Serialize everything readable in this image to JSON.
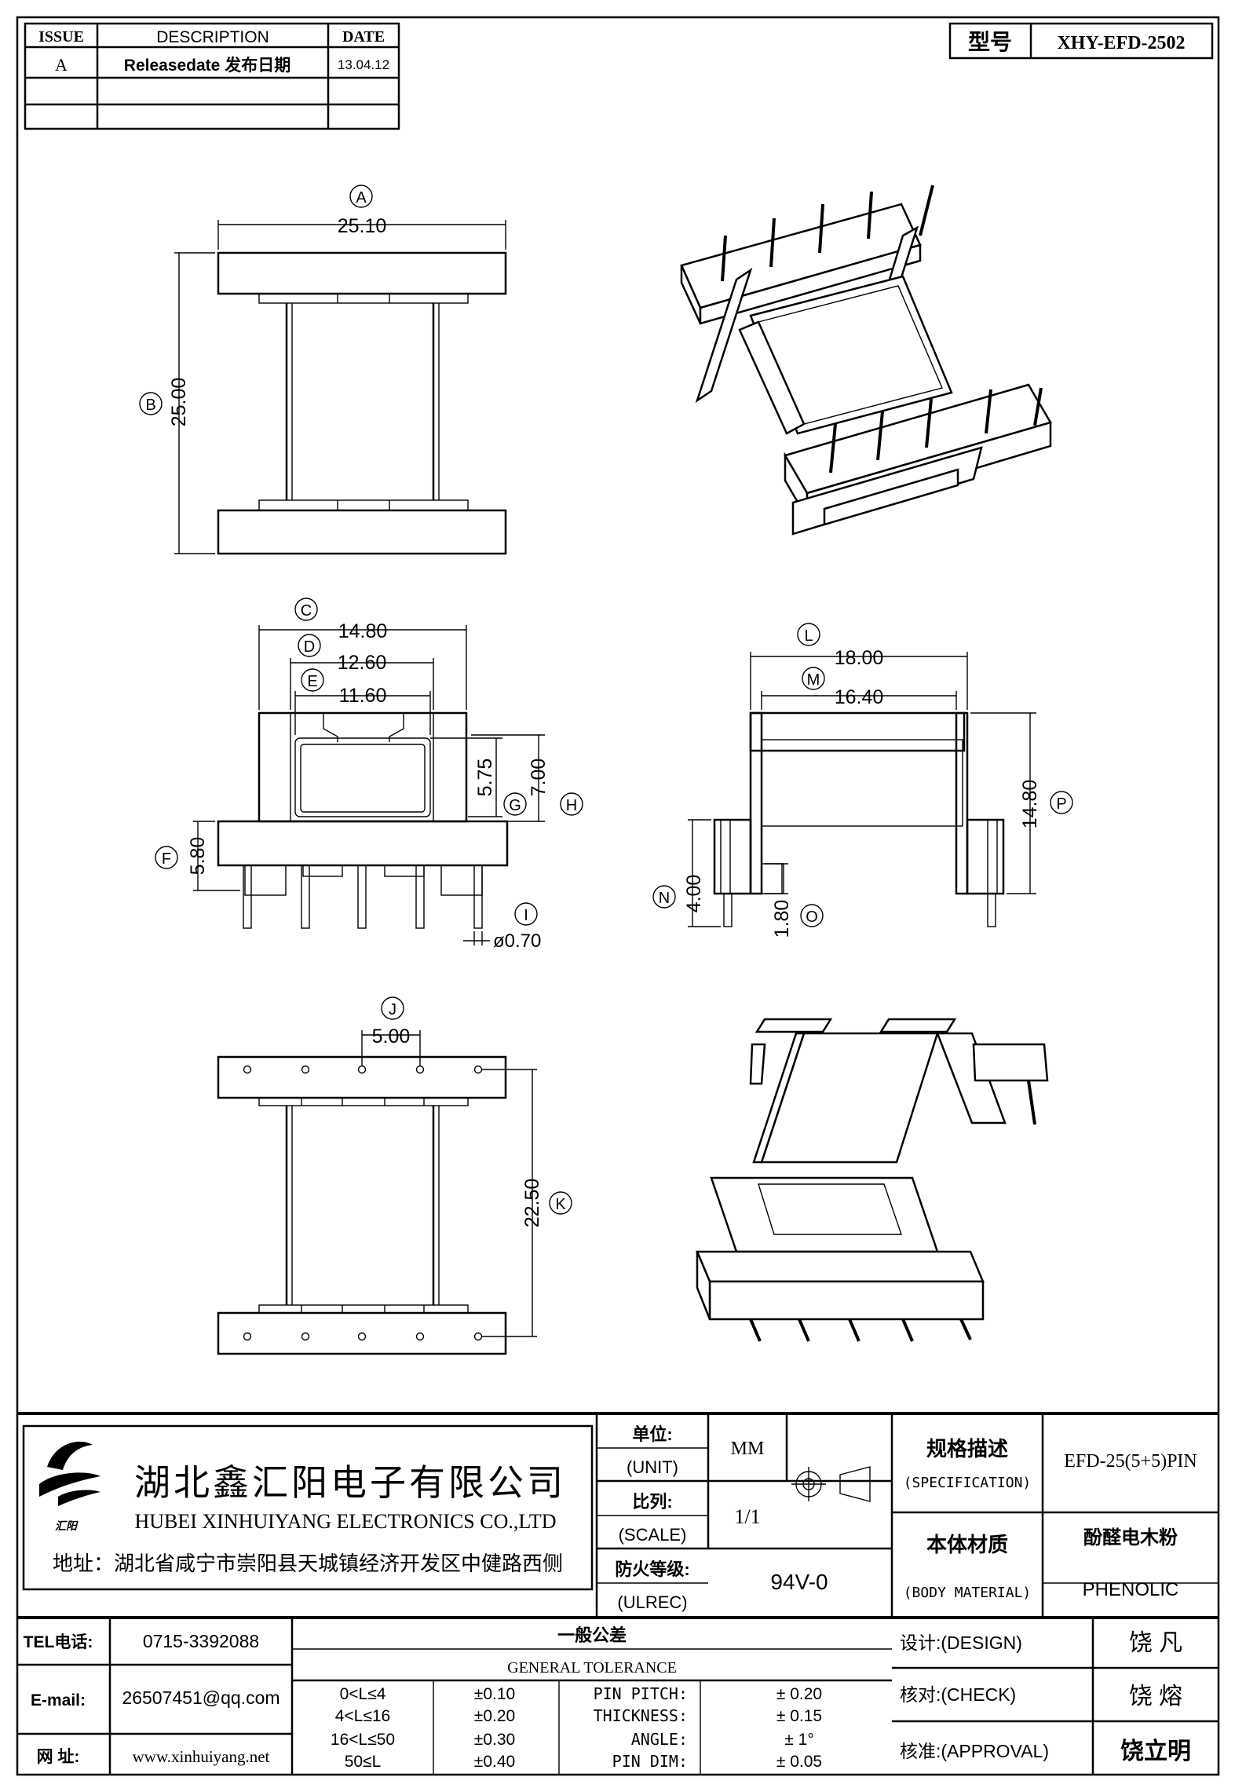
{
  "revision_table": {
    "headers": {
      "issue": "ISSUE",
      "description": "DESCRIPTION",
      "date": "DATE"
    },
    "rows": [
      {
        "issue": "A",
        "description": "Releasedate 发布日期",
        "date": "13.04.12"
      }
    ]
  },
  "model": {
    "label": "型号",
    "value": "XHY-EFD-2502"
  },
  "dimensions": {
    "A": {
      "letter": "A",
      "value": "25.10"
    },
    "B": {
      "letter": "B",
      "value": "25.00"
    },
    "C": {
      "letter": "C",
      "value": "14.80"
    },
    "D": {
      "letter": "D",
      "value": "12.60"
    },
    "E": {
      "letter": "E",
      "value": "11.60"
    },
    "F": {
      "letter": "F",
      "value": "5.80"
    },
    "G": {
      "letter": "G",
      "value": "5.75"
    },
    "H": {
      "letter": "H",
      "value": "7.00"
    },
    "I": {
      "letter": "I",
      "value": "ø0.70"
    },
    "J": {
      "letter": "J",
      "value": "5.00"
    },
    "K": {
      "letter": "K",
      "value": "22.50"
    },
    "L": {
      "letter": "L",
      "value": "18.00"
    },
    "M": {
      "letter": "M",
      "value": "16.40"
    },
    "N": {
      "letter": "N",
      "value": "4.00"
    },
    "O": {
      "letter": "O",
      "value": "1.80"
    },
    "P": {
      "letter": "P",
      "value": "14.80"
    }
  },
  "company": {
    "name_cn": "湖北鑫汇阳电子有限公司",
    "name_en": "HUBEI XINHUIYANG ELECTRONICS CO.,LTD",
    "logo_text": "汇阳",
    "address": "地址：湖北省咸宁市崇阳县天城镇经济开发区中健路西侧"
  },
  "title_block": {
    "unit_label_cn": "单位:",
    "unit_label_en": "(UNIT)",
    "unit_value": "MM",
    "scale_label_cn": "比列:",
    "scale_label_en": "(SCALE)",
    "scale_value": "1/1",
    "fire_label_cn": "防火等级:",
    "fire_label_en": "(ULREC)",
    "fire_value": "94V-0",
    "spec_label_cn": "规格描述",
    "spec_label_en": "(SPECIFICATION)",
    "spec_value": "EFD-25(5+5)PIN",
    "material_label_cn": "本体材质",
    "material_label_en": "(BODY MATERIAL)",
    "material_value_cn": "酚醛电木粉",
    "material_value_en": "PHENOLIC"
  },
  "contact": {
    "tel_label": "TEL电话:",
    "tel": "0715-3392088",
    "email_label": "E-mail:",
    "email": "26507451@qq.com",
    "web_label": "网  址:",
    "web": "www.xinhuiyang.net"
  },
  "tolerance": {
    "title_cn": "一般公差",
    "title_en": "GENERAL TOLERANCE",
    "ranges": [
      {
        "range": "0<L≤4",
        "tol": "±0.10"
      },
      {
        "range": "4<L≤16",
        "tol": "±0.20"
      },
      {
        "range": "16<L≤50",
        "tol": "±0.30"
      },
      {
        "range": "50≤L",
        "tol": "±0.40"
      }
    ],
    "items": [
      {
        "name": "PIN PITCH:",
        "tol": "±  0.20"
      },
      {
        "name": "THICKNESS:",
        "tol": "±  0.15"
      },
      {
        "name": "ANGLE:",
        "tol": "±  1°"
      },
      {
        "name": "PIN DIM:",
        "tol": "±  0.05"
      }
    ]
  },
  "approvals": {
    "design_label": "设计:(DESIGN)",
    "design_name": "饶  凡",
    "check_label": "核对:(CHECK)",
    "check_name": "饶  熔",
    "approval_label": "核准:(APPROVAL)",
    "approval_name": "饶立明"
  }
}
